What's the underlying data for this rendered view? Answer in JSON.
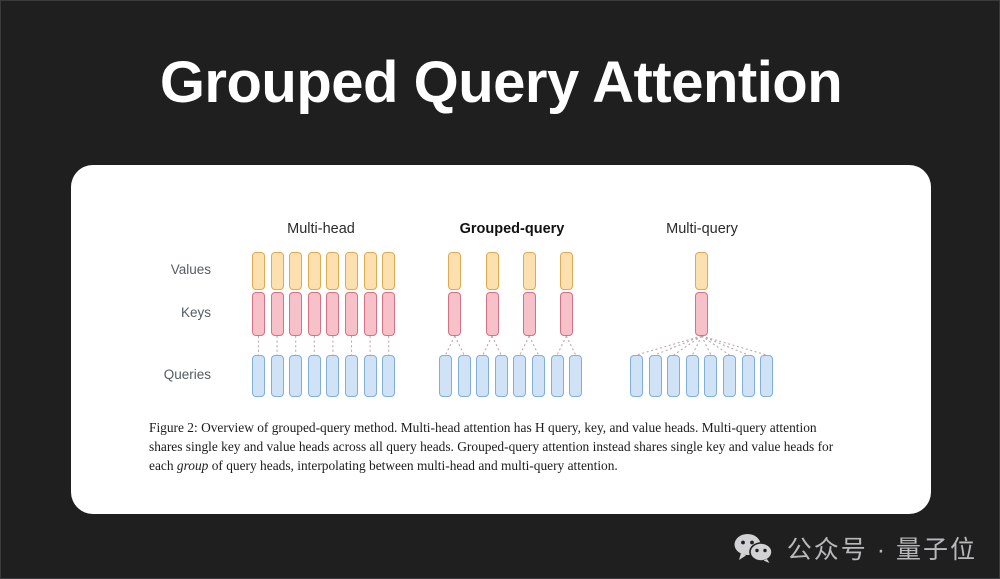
{
  "slide": {
    "title": "Grouped Query Attention",
    "background_color": "#1f1f20",
    "card_color": "#ffffff"
  },
  "figure": {
    "row_labels": [
      "Values",
      "Keys",
      "Queries"
    ],
    "columns": [
      {
        "title": "Multi-head",
        "bold": false,
        "values": 8,
        "keys": 8,
        "queries": 8
      },
      {
        "title": "Grouped-query",
        "bold": true,
        "values": 4,
        "keys": 4,
        "queries": 8
      },
      {
        "title": "Multi-query",
        "bold": false,
        "values": 1,
        "keys": 1,
        "queries": 8
      }
    ],
    "colors": {
      "values_fill": "#fce0b0",
      "values_border": "#e6a84e",
      "keys_fill": "#f7c1ca",
      "keys_border": "#df6e80",
      "queries_fill": "#cfe2f6",
      "queries_border": "#7fafdc",
      "link_line": "#b9a7ad"
    },
    "caption": {
      "prefix": "Figure 2: Overview of grouped-query method. Multi-head attention has H query, key, and value heads. Multi-query attention shares single key and value heads across all query heads. Grouped-query attention instead shares single key and value heads for each ",
      "italic": "group",
      "suffix": " of query heads, interpolating between multi-head and multi-query attention."
    }
  },
  "watermark": {
    "icon": "wechat-icon",
    "text": "公众号 · 量子位"
  }
}
